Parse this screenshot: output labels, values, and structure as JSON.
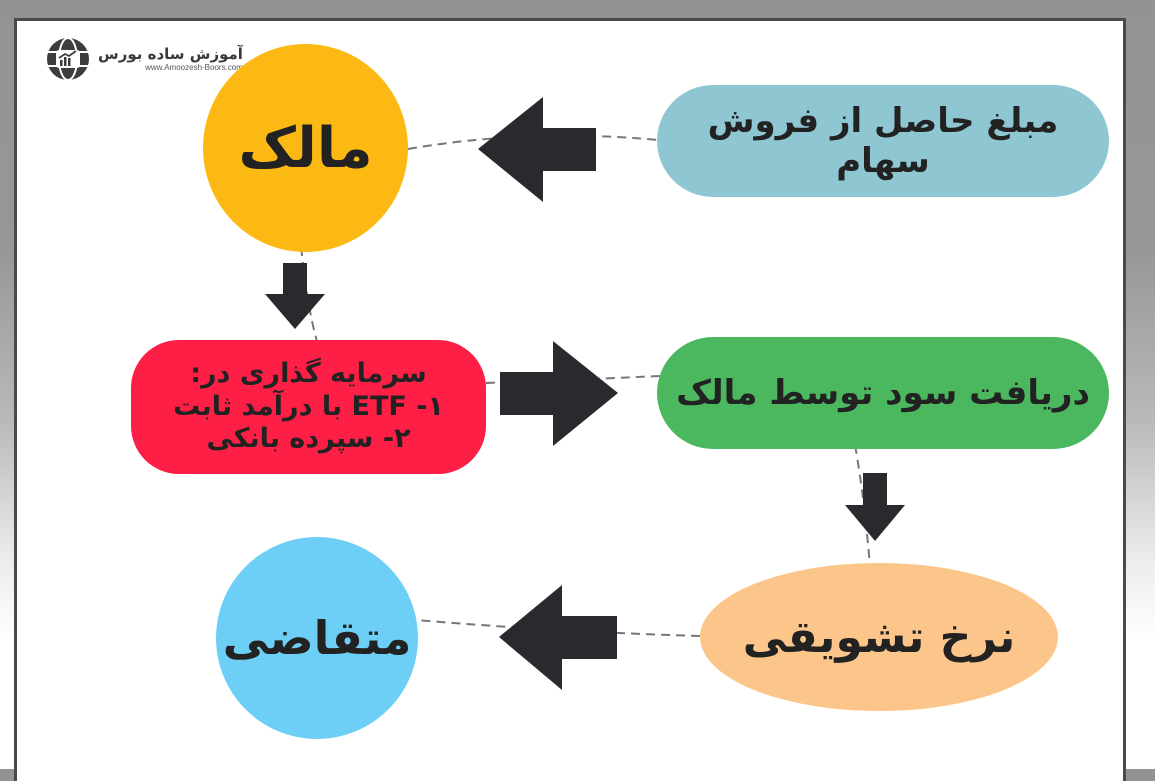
{
  "logo": {
    "title": "آموزش ساده بورس",
    "url": "www.Amoozesh-Boors.com",
    "icon": "globe-chart-icon"
  },
  "nodes": {
    "owner": {
      "label": "مالک",
      "color": "#fdb913",
      "shape": "circle"
    },
    "sale_proceeds": {
      "label": "مبلغ حاصل از فروش سهام",
      "color": "#8ec7d2",
      "shape": "pill"
    },
    "investment": {
      "lines": [
        "سرمایه گذاری در:",
        "ETF -۱ با درآمد ثابت",
        "۲- سپرده بانکی"
      ],
      "color": "#fe1f46",
      "shape": "pill"
    },
    "profit": {
      "label": "دریافت سود توسط مالک",
      "color": "#4bb85f",
      "shape": "pill"
    },
    "incentive_rate": {
      "label": "نرخ تشویقی",
      "color": "#fcc68b",
      "shape": "ellipse"
    },
    "applicant": {
      "label": "متقاضی",
      "color": "#6ecff6",
      "shape": "circle"
    }
  },
  "arrows": [
    {
      "from": "sale_proceeds",
      "to": "owner",
      "direction": "left",
      "icon": "arrow-left-icon"
    },
    {
      "from": "owner",
      "to": "investment",
      "direction": "down",
      "icon": "arrow-down-icon"
    },
    {
      "from": "investment",
      "to": "profit",
      "direction": "right",
      "icon": "arrow-right-icon"
    },
    {
      "from": "profit",
      "to": "incentive_rate",
      "direction": "down",
      "icon": "arrow-down-icon"
    },
    {
      "from": "incentive_rate",
      "to": "applicant",
      "direction": "left",
      "icon": "arrow-left-icon"
    }
  ],
  "colors": {
    "arrow": "#2a2a2e",
    "dashed_line": "#777777",
    "frame_border": "#4a4a4a"
  }
}
